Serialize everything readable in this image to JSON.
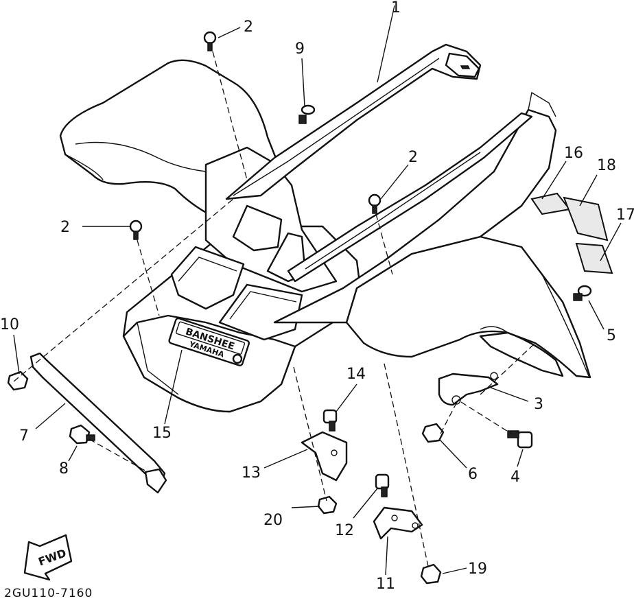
{
  "diagram": {
    "part_code": "2GU110-7160",
    "fwd_label": "FWD",
    "emblem_top": "BANSHEE",
    "emblem_bottom": "YAMAHA",
    "callouts": [
      {
        "id": "c1",
        "label": "1"
      },
      {
        "id": "c2a",
        "label": "2"
      },
      {
        "id": "c2b",
        "label": "2"
      },
      {
        "id": "c2c",
        "label": "2"
      },
      {
        "id": "c3",
        "label": "3"
      },
      {
        "id": "c4",
        "label": "4"
      },
      {
        "id": "c5",
        "label": "5"
      },
      {
        "id": "c6",
        "label": "6"
      },
      {
        "id": "c7",
        "label": "7"
      },
      {
        "id": "c8",
        "label": "8"
      },
      {
        "id": "c9",
        "label": "9"
      },
      {
        "id": "c10",
        "label": "10"
      },
      {
        "id": "c11",
        "label": "11"
      },
      {
        "id": "c12",
        "label": "12"
      },
      {
        "id": "c13",
        "label": "13"
      },
      {
        "id": "c14",
        "label": "14"
      },
      {
        "id": "c15",
        "label": "15"
      },
      {
        "id": "c16",
        "label": "16"
      },
      {
        "id": "c17",
        "label": "17"
      },
      {
        "id": "c18",
        "label": "18"
      },
      {
        "id": "c19",
        "label": "19"
      },
      {
        "id": "c20",
        "label": "20"
      }
    ]
  }
}
